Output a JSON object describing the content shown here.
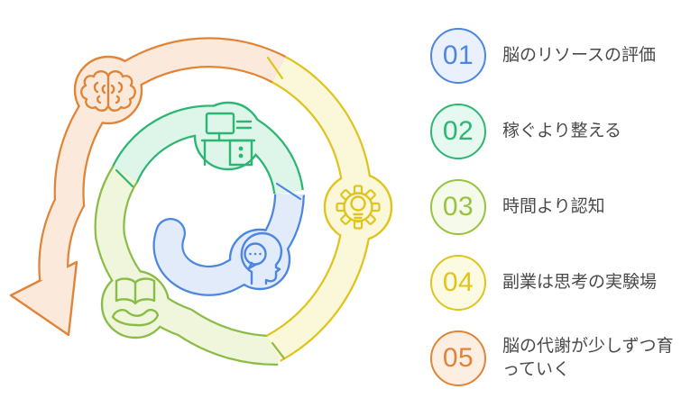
{
  "background": "#FFFFFF",
  "steps": [
    {
      "number": "01",
      "label": "脳のリソースの評価",
      "accent": "#4C86E0",
      "badge_fill": "#EBF1FC"
    },
    {
      "number": "02",
      "label": "稼ぐより整える",
      "accent": "#2CB573",
      "badge_fill": "#E6F9F0"
    },
    {
      "number": "03",
      "label": "時間より認知",
      "accent": "#97C43F",
      "badge_fill": "#F6FAEA"
    },
    {
      "number": "04",
      "label": "副業は思考の実験場",
      "accent": "#E0C41E",
      "badge_fill": "#FDFAE2"
    },
    {
      "number": "05",
      "label": "脳の代謝が少しずつ育っていく",
      "accent": "#E08438",
      "badge_fill": "#FCEFE2"
    }
  ],
  "spiral": {
    "flow": "center-outward-counterclockwise-ending-in-arrow",
    "segments": [
      {
        "icon": "head-speech-icon",
        "color": "#4C86E0",
        "fill": "#E2EBFA"
      },
      {
        "icon": "desk-computer-icon",
        "color": "#2CB573",
        "fill": "#DEF6E9"
      },
      {
        "icon": "book-hand-icon",
        "color": "#8CBC48",
        "fill": "#EFF6DC"
      },
      {
        "icon": "gear-lightbulb-icon",
        "color": "#E0C41E",
        "fill": "#FBF7D9"
      },
      {
        "icon": "brain-icon",
        "color": "#E08438",
        "fill": "#FBEADB"
      }
    ]
  }
}
